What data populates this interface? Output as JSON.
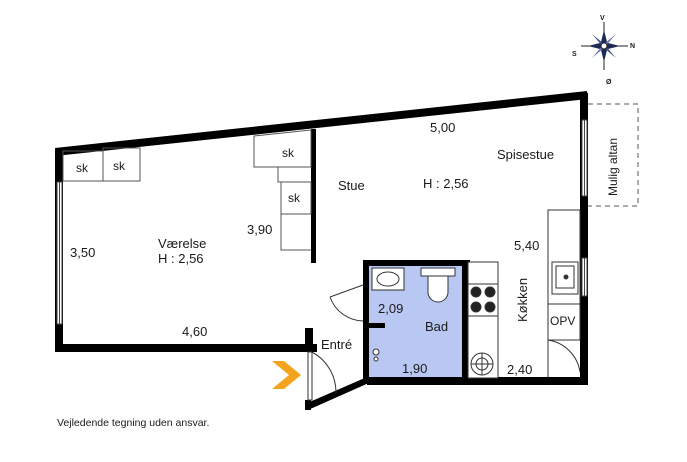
{
  "compass": {
    "north": "N",
    "south": "S",
    "east": "Ø",
    "west": "V"
  },
  "rooms": {
    "vaerelse": {
      "name": "Værelse",
      "height": "H : 2,56"
    },
    "stue": {
      "name": "Stue"
    },
    "spisestue": {
      "name": "Spisestue",
      "height": "H : 2,56"
    },
    "bad": {
      "name": "Bad"
    },
    "kokken": {
      "name": "Køkken"
    },
    "entre": {
      "name": "Entré"
    }
  },
  "dimensions": {
    "top_right": "5,00",
    "left_height": "3,50",
    "left_bottom": "4,60",
    "partition": "3,90",
    "right_side": "5,40",
    "bath_width": "2,09",
    "bath_bottom": "1,90",
    "kitchen_bottom": "2,40"
  },
  "fixtures": {
    "closet_label": "sk",
    "closet_label_2": "sk",
    "closet_label_3": "sk",
    "closet_label_4": "sk",
    "dishwasher": "OPV"
  },
  "balcony_label": "Mulig altan",
  "footer": "Vejledende tegning uden ansvar.",
  "colors": {
    "bathroom": "#b9c8f2",
    "wall": "#000000",
    "arrow": "#f4a31c"
  }
}
